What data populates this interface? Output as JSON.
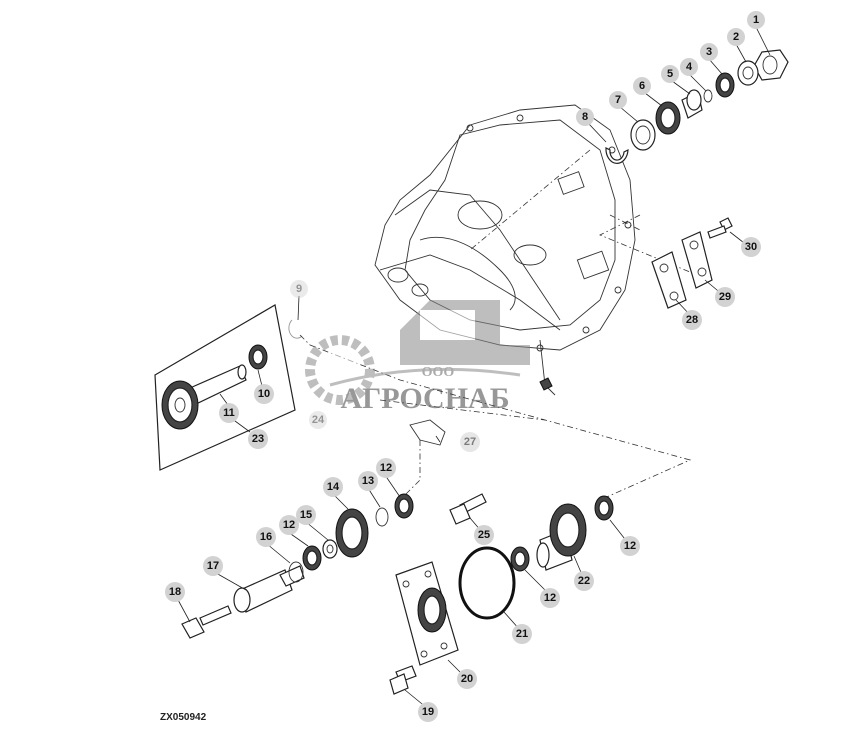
{
  "figure_code": "ZX050942",
  "watermark": {
    "company_prefix": "ООО",
    "company_name": "АГРОСНАБ",
    "color": "#8a8a8a"
  },
  "callouts": [
    {
      "label": "1"
    },
    {
      "label": "2"
    },
    {
      "label": "3"
    },
    {
      "label": "4"
    },
    {
      "label": "5"
    },
    {
      "label": "6"
    },
    {
      "label": "7"
    },
    {
      "label": "8"
    },
    {
      "label": "9"
    },
    {
      "label": "10"
    },
    {
      "label": "11"
    },
    {
      "label": "12"
    },
    {
      "label": "12"
    },
    {
      "label": "12"
    },
    {
      "label": "12"
    },
    {
      "label": "13"
    },
    {
      "label": "14"
    },
    {
      "label": "15"
    },
    {
      "label": "16"
    },
    {
      "label": "17"
    },
    {
      "label": "18"
    },
    {
      "label": "19"
    },
    {
      "label": "20"
    },
    {
      "label": "21"
    },
    {
      "label": "22"
    },
    {
      "label": "23"
    },
    {
      "label": "24"
    },
    {
      "label": "25"
    },
    {
      "label": "27"
    },
    {
      "label": "28"
    },
    {
      "label": "29"
    },
    {
      "label": "30"
    }
  ]
}
